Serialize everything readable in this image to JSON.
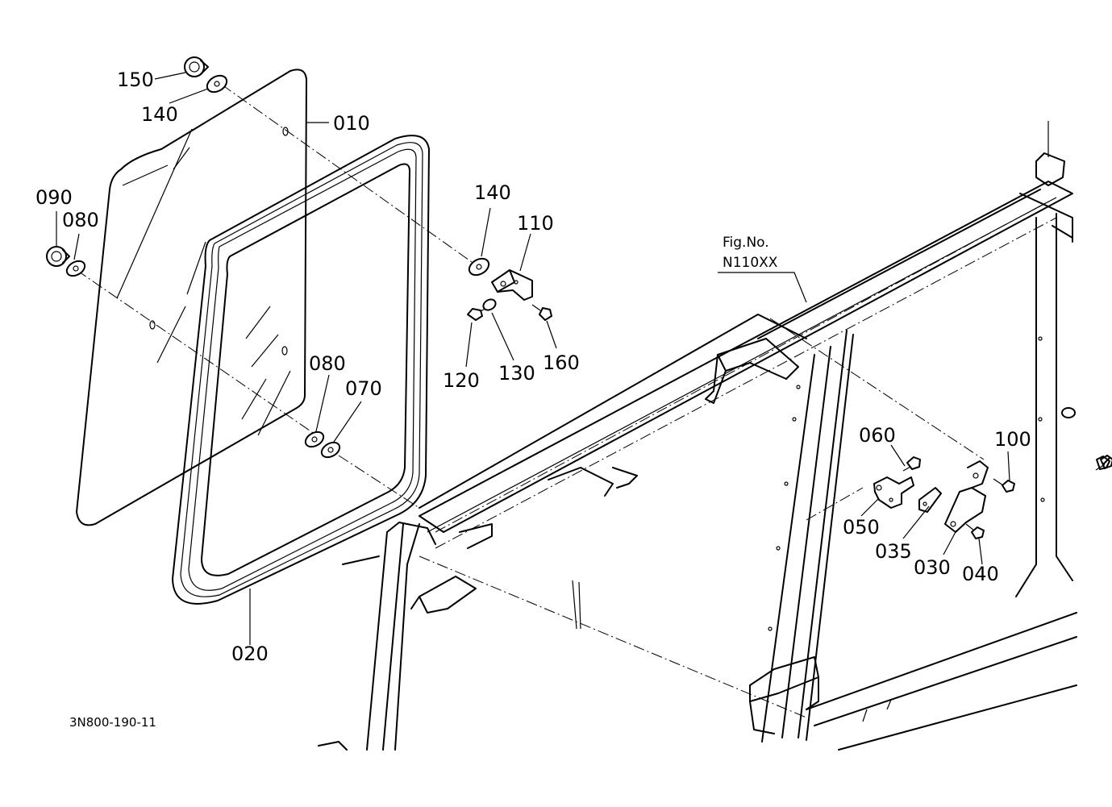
{
  "diagram": {
    "doc_code": "3N800-190-11",
    "fig_ref": {
      "line1": "Fig.No.",
      "line2": "N110XX"
    },
    "callouts": {
      "c010": "010",
      "c020": "020",
      "c030": "030",
      "c035": "035",
      "c040": "040",
      "c050": "050",
      "c060": "060",
      "c070": "070",
      "c080a": "080",
      "c080b": "080",
      "c090": "090",
      "c100": "100",
      "c110": "110",
      "c120": "120",
      "c130": "130",
      "c140a": "140",
      "c140b": "140",
      "c150": "150",
      "c160": "160"
    }
  }
}
